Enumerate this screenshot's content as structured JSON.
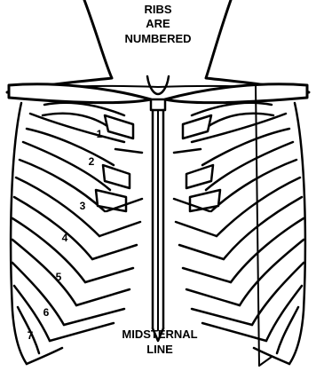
{
  "labels": {
    "top_line1": "RIBS",
    "top_line2": "ARE",
    "top_line3": "NUMBERED",
    "bottom_line1": "MIDSTERNAL",
    "bottom_line2": "LINE"
  },
  "rib_numbers": [
    "1",
    "2",
    "3",
    "4",
    "5",
    "6",
    "7"
  ],
  "colors": {
    "ink": "#000000",
    "background": "#ffffff"
  }
}
